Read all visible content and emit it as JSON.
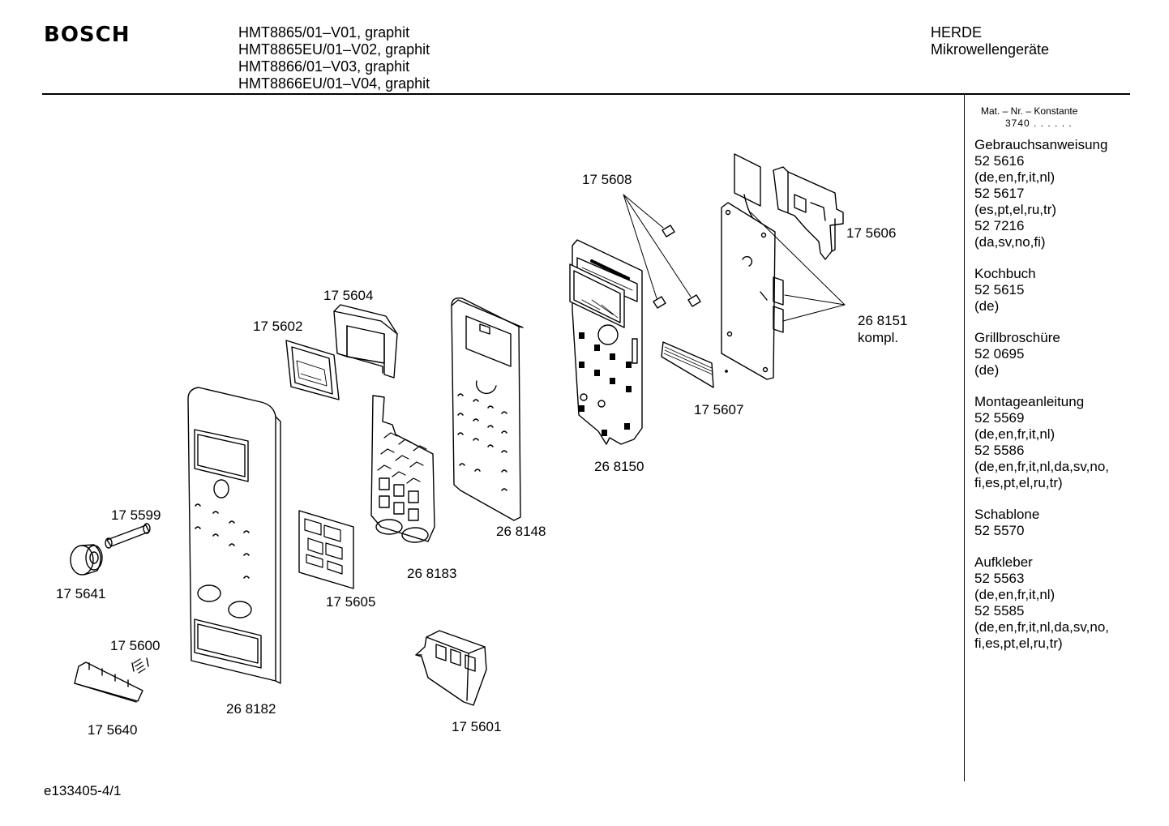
{
  "header": {
    "brand": "BOSCH",
    "models": [
      "HMT8865/01–V01, graphit",
      "HMT8865EU/01–V02, graphit",
      "HMT8866/01–V03, graphit",
      "HMT8866EU/01–V04, graphit"
    ],
    "category": [
      "HERDE",
      "Mikrowellengeräte"
    ]
  },
  "sidebar": {
    "mat_title": "Mat. – Nr. – Konstante",
    "mat_value": "3740 . . . . . .",
    "sections": [
      {
        "title": "Gebrauchsanweisung",
        "lines": [
          "52 5616",
          "(de,en,fr,it,nl)",
          "52 5617",
          "(es,pt,el,ru,tr)",
          "52 7216",
          "(da,sv,no,fi)"
        ]
      },
      {
        "title": "Kochbuch",
        "lines": [
          "52 5615",
          "(de)"
        ]
      },
      {
        "title": "Grillbroschüre",
        "lines": [
          "52 0695",
          "(de)"
        ]
      },
      {
        "title": "Montageanleitung",
        "lines": [
          "52 5569",
          "(de,en,fr,it,nl)",
          "52 5586",
          "(de,en,fr,it,nl,da,sv,no,",
          "fi,es,pt,el,ru,tr)"
        ]
      },
      {
        "title": "Schablone",
        "lines": [
          "52 5570"
        ]
      },
      {
        "title": "Aufkleber",
        "lines": [
          "52 5563",
          "(de,en,fr,it,nl)",
          "52 5585",
          "(de,en,fr,it,nl,da,sv,no,",
          "fi,es,pt,el,ru,tr)"
        ]
      }
    ]
  },
  "parts": {
    "p175608": "17 5608",
    "p175606": "17 5606",
    "p175604": "17 5604",
    "p175602": "17 5602",
    "p268151": "26 8151",
    "p268151_note": "kompl.",
    "p175607": "17 5607",
    "p268150": "26 8150",
    "p268148": "26 8148",
    "p175599": "17 5599",
    "p268183": "26 8183",
    "p175641": "17 5641",
    "p175605": "17 5605",
    "p175600": "17 5600",
    "p268182": "26 8182",
    "p175640": "17 5640",
    "p175601": "17 5601"
  },
  "footer": {
    "code": "e133405-4/1"
  }
}
